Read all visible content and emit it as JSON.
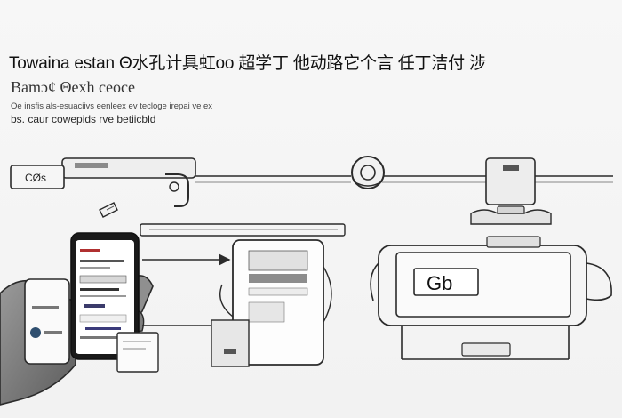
{
  "header": {
    "title": "Towaina estan Θ水孔计具虹oo 超学丁 他动路它个言 任丁洁付 涉",
    "subtitle": "Bamɔ¢ Θexh ceoce",
    "line1": "Oe insfis als-esuaciivs eenleex ev tecloge irepai ve ex",
    "line2": "bs. caur cowepids rve betiicbld"
  },
  "labels": {
    "left_box": "CØs",
    "tablet_screen": "Gb"
  },
  "colors": {
    "line": "#2b2b2b",
    "fill_light": "#ececec",
    "fill_mid": "#bdbdbd",
    "fill_dark": "#555555"
  }
}
